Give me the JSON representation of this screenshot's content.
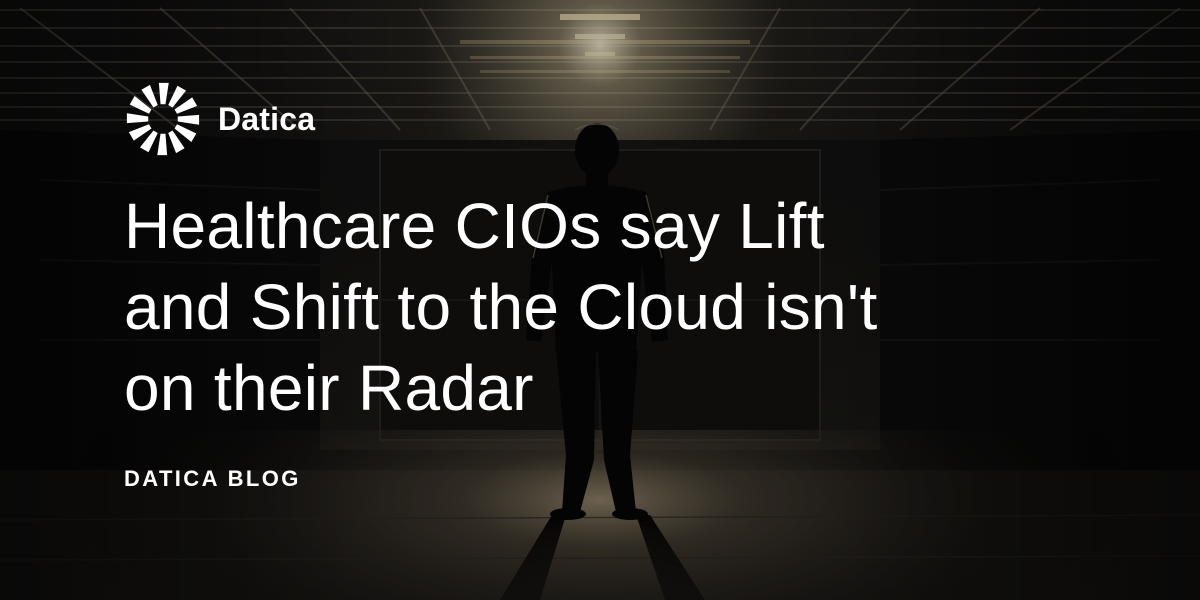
{
  "brand": {
    "name": "Datica",
    "logo_icon": "datica-pinwheel-logo-icon"
  },
  "article": {
    "title_lines": [
      "Healthcare CIOs say Lift",
      "and Shift to the Cloud isn't",
      "on their Radar"
    ],
    "category": "DATICA BLOG"
  },
  "background": {
    "scene": "silhouette-figure-in-dark-parking-garage",
    "colors": {
      "ceiling_light": "#fff3c8",
      "shadow": "#060606",
      "floor_glow": "#6b5f4c"
    }
  }
}
